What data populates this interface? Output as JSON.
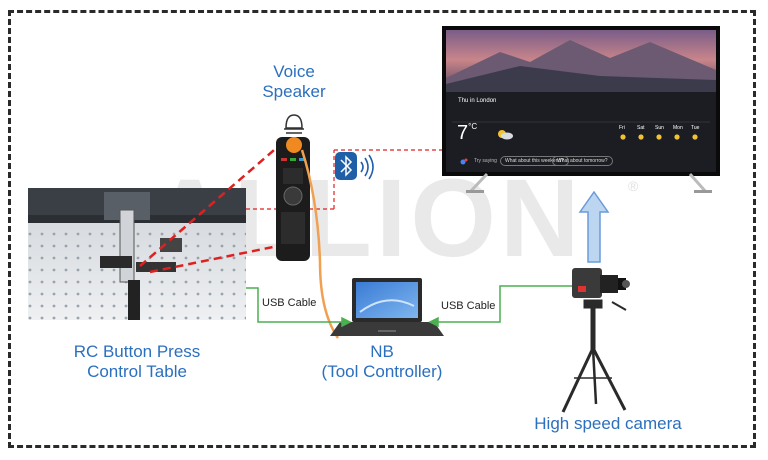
{
  "labels": {
    "voice_speaker_line1": "Voice",
    "voice_speaker_line2": "Speaker",
    "rc_table_line1": "RC Button Press",
    "rc_table_line2": "Control Table",
    "nb_line1": "NB",
    "nb_line2": "(Tool Controller)",
    "usb_left": "USB Cable",
    "usb_right": "USB Cable",
    "camera": "High speed camera"
  },
  "watermark": {
    "text": "ALLION",
    "mark": "®"
  },
  "tv_screen": {
    "location": "Thu in London",
    "temperature": "7",
    "unit": "°C",
    "days": [
      "Fri",
      "Sat",
      "Sun",
      "Mon",
      "Tue"
    ],
    "assistant_prompt": "Try saying",
    "suggestion_1": "What about this weekend?",
    "suggestion_2": "What about tomorrow?"
  },
  "colors": {
    "label_blue": "#2b6fbf",
    "red_dashed": "#e02020",
    "green_cable": "#4caf50",
    "orange_cable": "#f0a050",
    "arrow_blue": "#bcd6f2"
  }
}
